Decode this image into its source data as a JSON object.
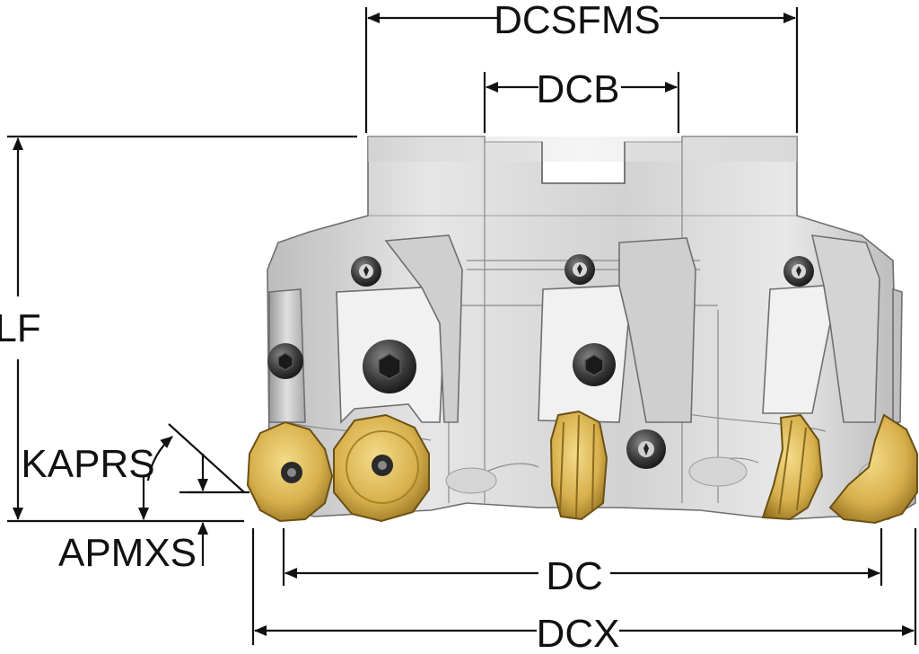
{
  "labels": {
    "dcsfms": "DCSFMS",
    "dcb": "DCB",
    "lf": "LF",
    "kaprs": "KAPRS",
    "apmxs": "APMXS",
    "dc": "DC",
    "dcx": "DCX"
  },
  "colors": {
    "line": "#111111",
    "body_light": "#dedede",
    "body_mid": "#c9c9c9",
    "body_dark": "#a9a9a9",
    "insert_gold": "#d9b75a",
    "insert_dark": "#8a6a20",
    "screw": "#2c2c2c"
  }
}
